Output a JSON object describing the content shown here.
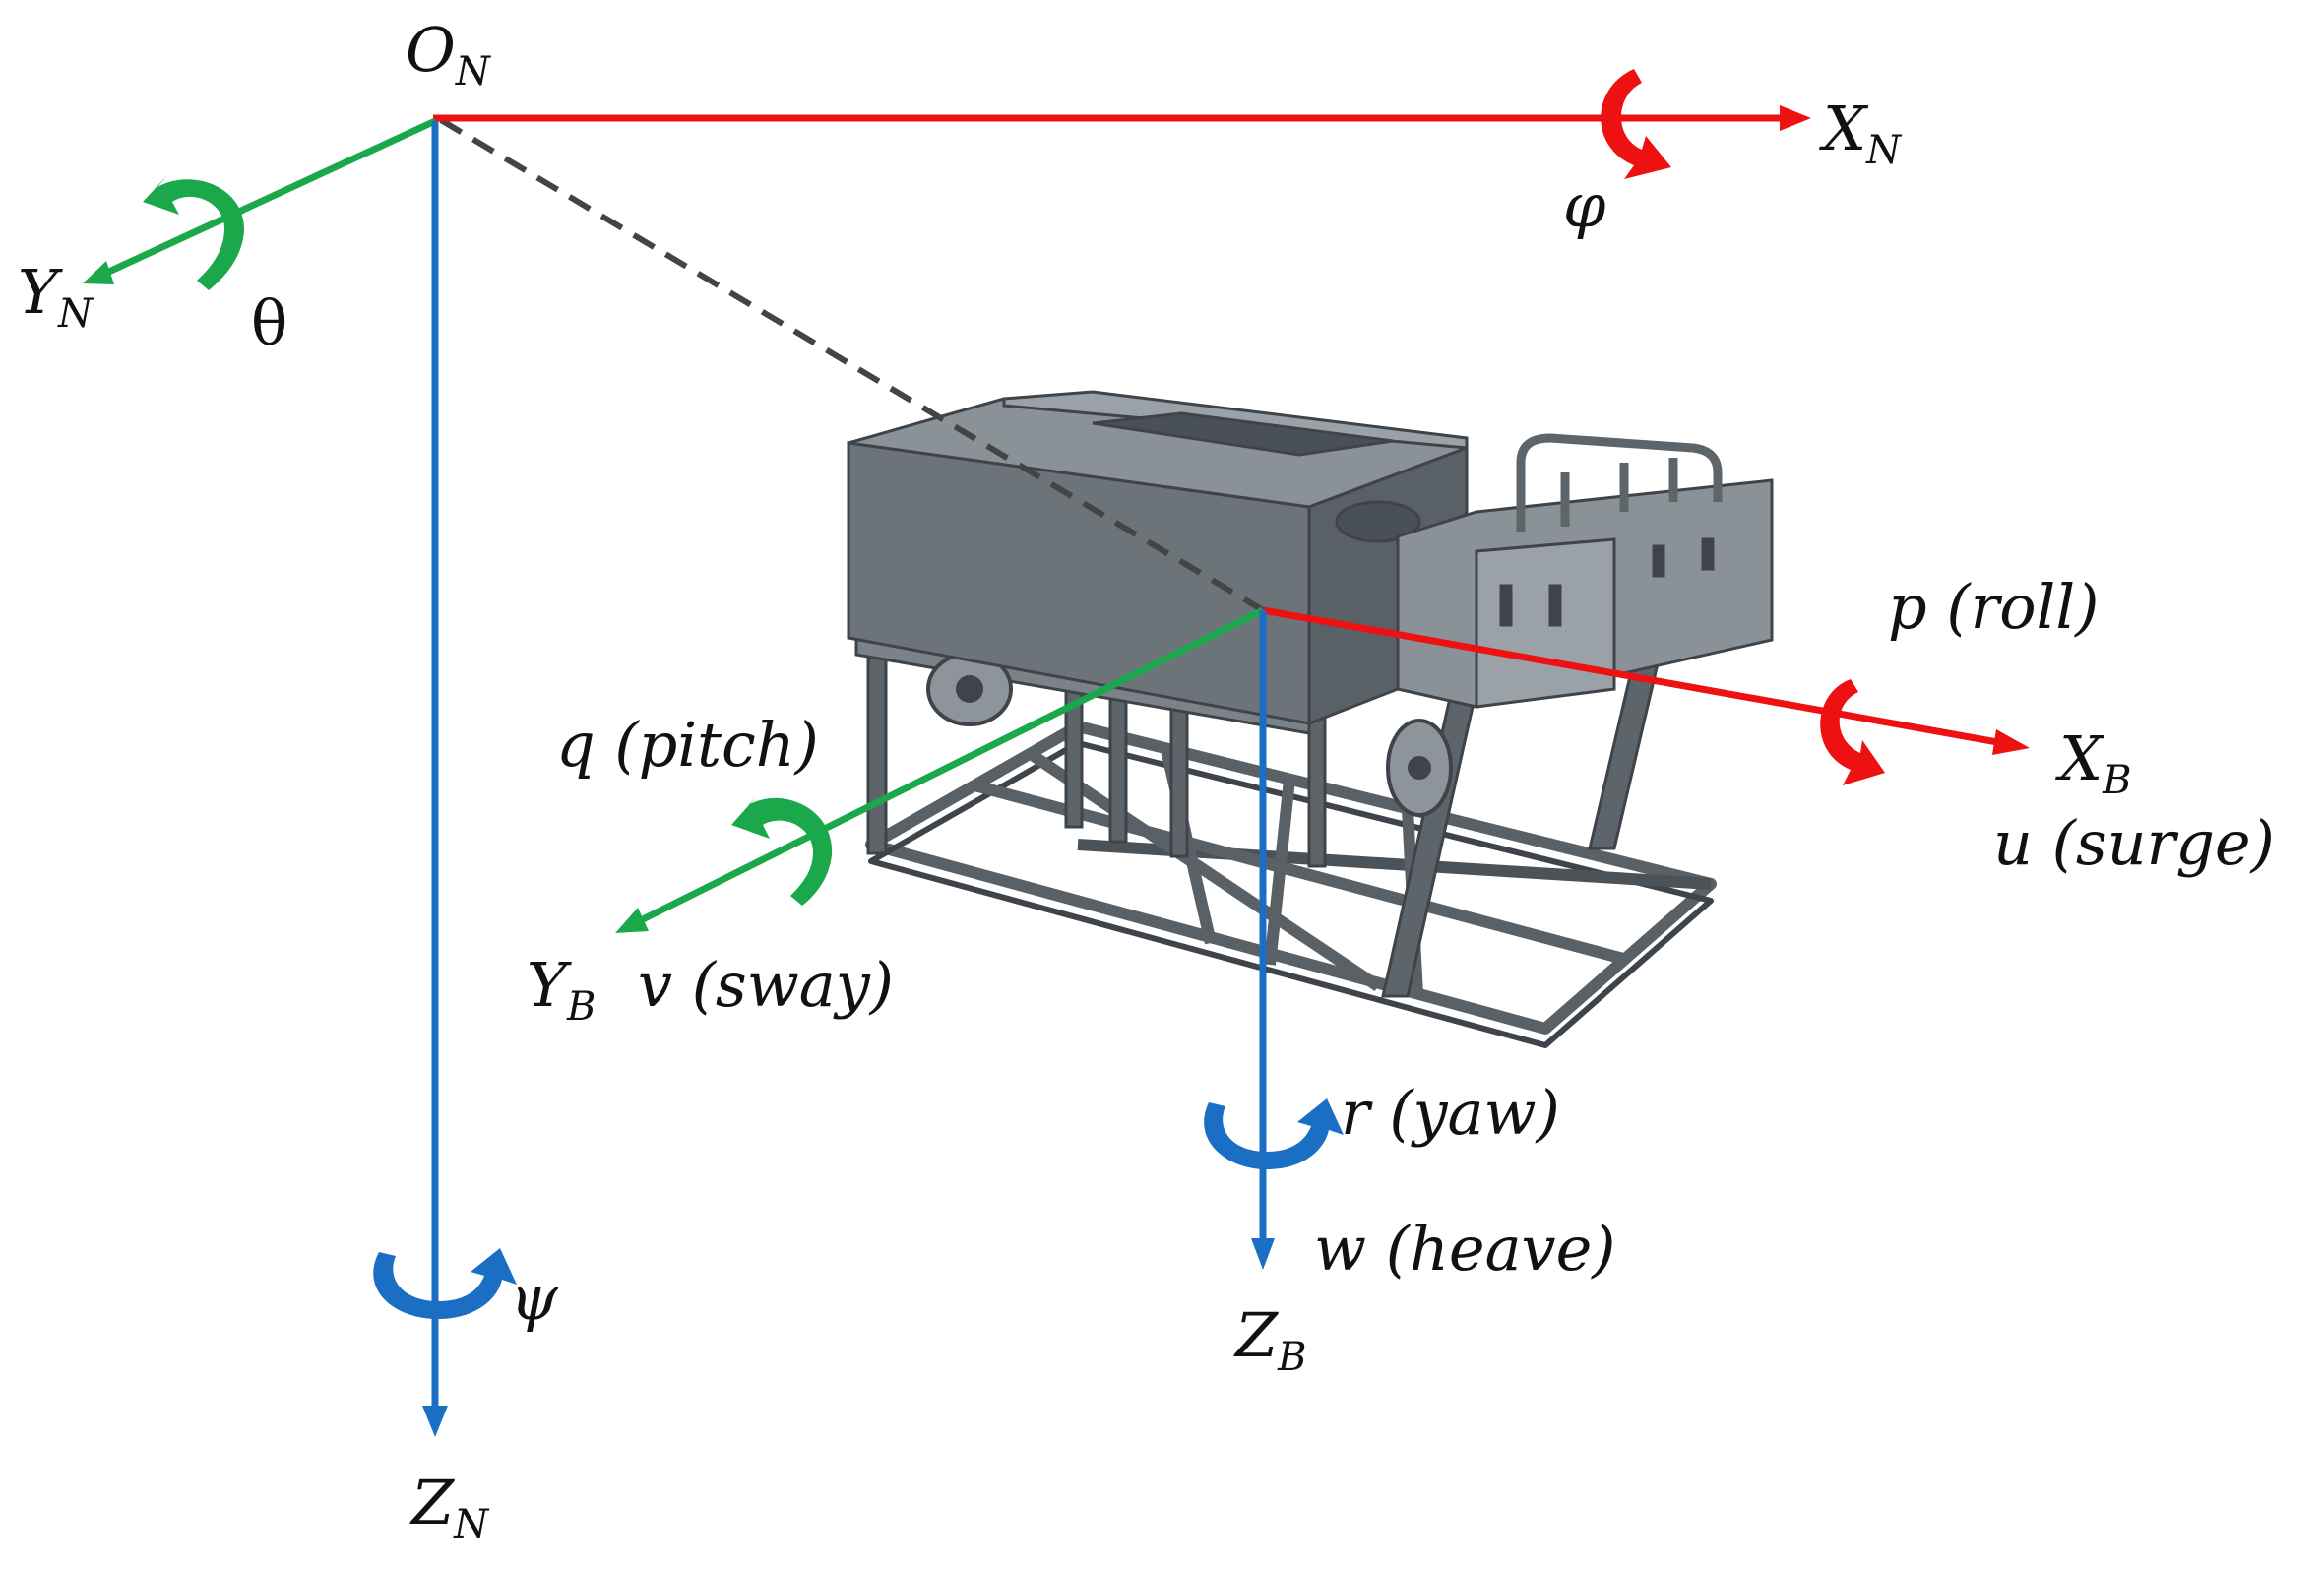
{
  "diagram": {
    "colors": {
      "x_axis": "#ee1111",
      "y_axis": "#1aa84a",
      "z_axis": "#1a6fc4",
      "link": "#444444",
      "vehicle_body": "#6c7479",
      "vehicle_frame": "#5a6166",
      "background": "#ffffff"
    },
    "inertial_frame": {
      "origin": {
        "main": "O",
        "sub": "N"
      },
      "x_axis": {
        "main": "X",
        "sub": "N"
      },
      "y_axis": {
        "main": "Y",
        "sub": "N"
      },
      "z_axis": {
        "main": "Z",
        "sub": "N"
      },
      "rotation_x": "φ",
      "rotation_y": "θ",
      "rotation_z": "ψ"
    },
    "body_frame": {
      "x_axis": {
        "main": "X",
        "sub": "B"
      },
      "y_axis": {
        "main": "Y",
        "sub": "B"
      },
      "z_axis": {
        "main": "Z",
        "sub": "B"
      },
      "roll_label": "p (roll)",
      "pitch_label": "q (pitch)",
      "yaw_label": "r (yaw)",
      "surge_label": "u (surge)",
      "sway_label": "v (sway)",
      "heave_label": "w (heave)"
    },
    "icons": {
      "vehicle": "rov-vehicle-illustration",
      "rotation": "curved-rotation-arrow-icon"
    }
  }
}
